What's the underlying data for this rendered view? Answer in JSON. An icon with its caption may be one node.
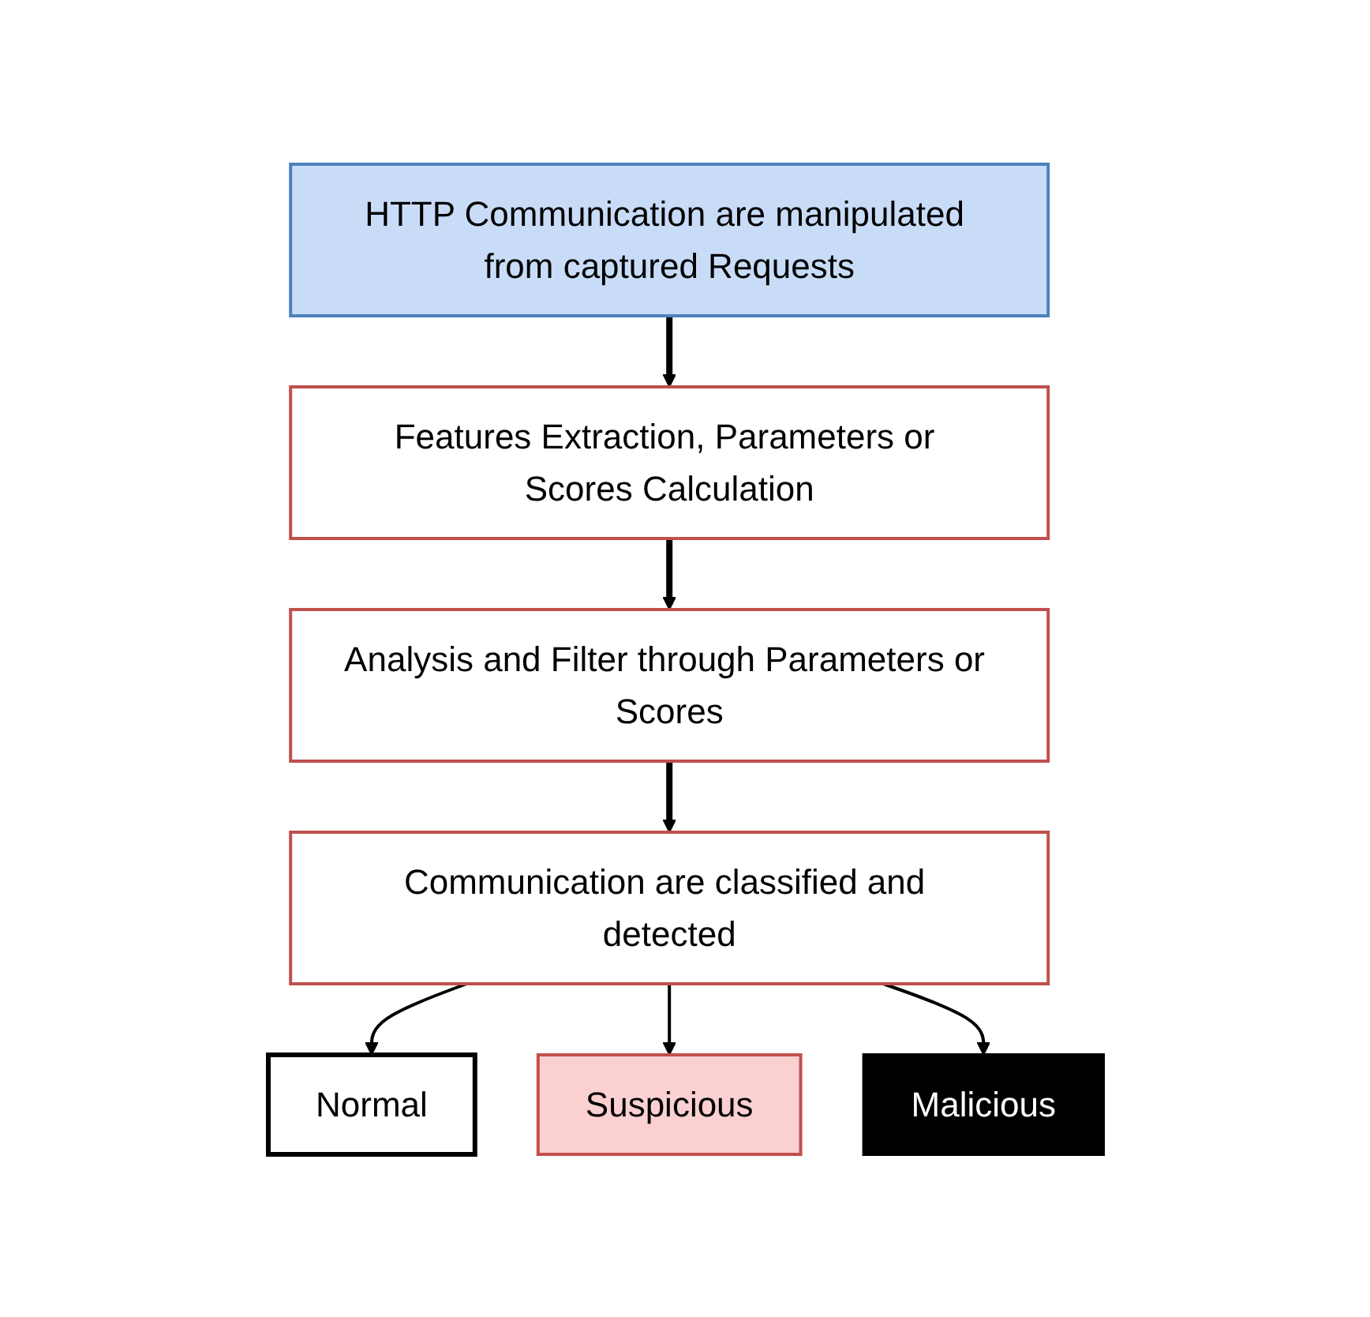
{
  "diagram": {
    "nodes": [
      {
        "text": [
          "HTTP Communication are manipulated from captured Requests"
        ]
      },
      {
        "text": [
          "Features Extraction, Parameters or Scores Calculation"
        ]
      },
      {
        "text": [
          "Analysis and Filter through Parameters or Scores"
        ]
      },
      {
        "text": [
          "Communication are classified and detected"
        ]
      },
      {
        "text": [
          "Normal"
        ]
      },
      {
        "text": [
          "Suspicious"
        ]
      },
      {
        "text": [
          "Malicious"
        ]
      }
    ],
    "edges": [
      {
        "from": 0,
        "to": 1,
        "arrow": "to",
        "style": "thick"
      },
      {
        "from": 1,
        "to": 2,
        "arrow": "to",
        "style": "thick"
      },
      {
        "from": 2,
        "to": 3,
        "arrow": "to",
        "style": "thick"
      },
      {
        "from": 3,
        "to": 4,
        "arrow": "to"
      },
      {
        "from": 3,
        "to": 5,
        "arrow": "to"
      },
      {
        "from": 3,
        "to": 6,
        "arrow": "to"
      }
    ]
  }
}
